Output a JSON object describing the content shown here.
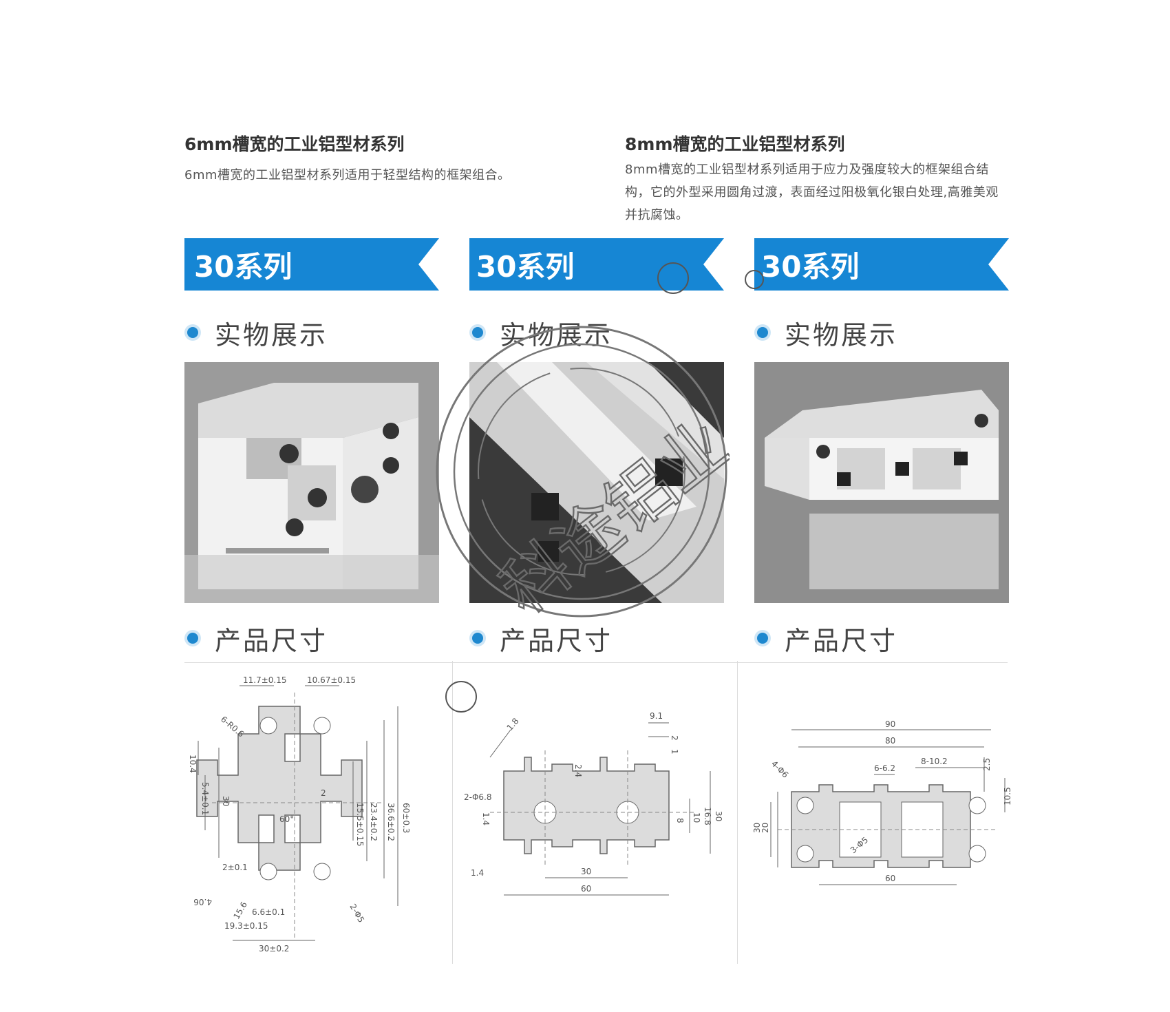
{
  "left_header": {
    "title": "6mm槽宽的工业铝型材系列",
    "desc": "6mm槽宽的工业铝型材系列适用于轻型结构的框架组合。"
  },
  "right_header": {
    "title": "8mm槽宽的工业铝型材系列",
    "desc": "8mm槽宽的工业铝型材系列适用于应力及强度较大的框架组合结构，它的外型采用圆角过渡，表面经过阳极氧化银白处理,高雅美观并抗腐蚀。"
  },
  "columns": [
    {
      "banner": "30系列",
      "photo_label": "实物展示",
      "size_label": "产品尺寸",
      "dims": [
        "11.7±0.15",
        "10.67±0.15",
        "6-R0.6",
        "60±0.3",
        "36.6±0.2",
        "23.4±0.2",
        "15.5±0.15",
        "10.4",
        "5.4±0.1",
        "30",
        "2",
        "60°",
        "2±0.1",
        "4.06",
        "6.6±0.1",
        "19.3±0.15",
        "15.6",
        "2-Φ5",
        "30±0.2"
      ]
    },
    {
      "banner": "30系列",
      "photo_label": "实物展示",
      "size_label": "产品尺寸",
      "dims": [
        "1.8",
        "9.1",
        "2",
        "1",
        "2.4",
        "2-Φ6.8",
        "1.4",
        "10",
        "16.8",
        "30",
        "8",
        "1.4",
        "30",
        "60"
      ]
    },
    {
      "banner": "30系列",
      "photo_label": "实物展示",
      "size_label": "产品尺寸",
      "dims": [
        "90",
        "80",
        "8-10.2",
        "6-6.2",
        "2.5",
        "4-Φ6",
        "10.5",
        "30",
        "20",
        "3-Φ5",
        "60"
      ]
    }
  ],
  "watermark": {
    "text": "科途铝业"
  },
  "colors": {
    "banner_blue": "#1686d4",
    "bullet_blue": "#1e88cf"
  }
}
